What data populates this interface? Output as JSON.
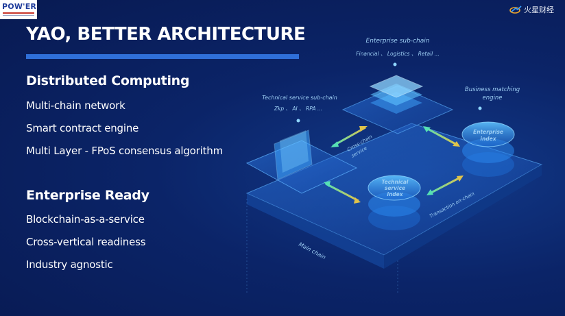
{
  "logo_left": {
    "brand": "POW'ER"
  },
  "logo_right": {
    "icon": "fire-wealth-logo-icon",
    "text": "火星财经"
  },
  "title": "YAO, BETTER ARCHITECTURE",
  "sections": [
    {
      "heading": "Distributed Computing",
      "items": [
        "Multi-chain network",
        "Smart contract engine",
        "Multi Layer - FPoS consensus algorithm"
      ]
    },
    {
      "heading": "Enterprise Ready",
      "items": [
        "Blockchain-as-a-service",
        "Cross-vertical readiness",
        "Industry agnostic"
      ]
    }
  ],
  "diagram": {
    "enterprise_subchain": {
      "title": "Enterprise sub-chain",
      "sub": "Financial 、 Logistics 、 Retail ..."
    },
    "technical_subchain": {
      "title": "Technical service sub-chain",
      "sub": "Zkp 、 AI 、 RPA ..."
    },
    "business_engine": {
      "line1": "Business matching",
      "line2": "engine"
    },
    "enterprise_index": {
      "line1": "Enterprise",
      "line2": "index"
    },
    "technical_index": {
      "line1": "Technical",
      "line2": "service",
      "line3": "index"
    },
    "cross_chain": {
      "line1": "Cross-chain",
      "line2": "service"
    },
    "transaction": "Transaction on-chain",
    "main_chain": "Main chain",
    "colors": {
      "arrow_start": "#56e0b4",
      "arrow_end": "#e0c34a",
      "plane": "#1f6fd8"
    }
  }
}
